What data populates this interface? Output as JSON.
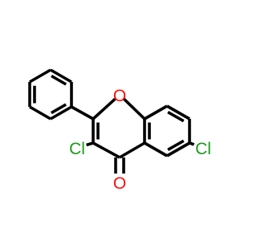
{
  "molecule": {
    "atoms": {
      "oxygen_ring": "O",
      "chlorine_3": "Cl",
      "chlorine_6": "Cl",
      "oxygen_carbonyl": "O"
    },
    "colors": {
      "bond": "#000000",
      "oxygen": "#ff0d0d",
      "chlorine": "#1a9a1a"
    }
  }
}
